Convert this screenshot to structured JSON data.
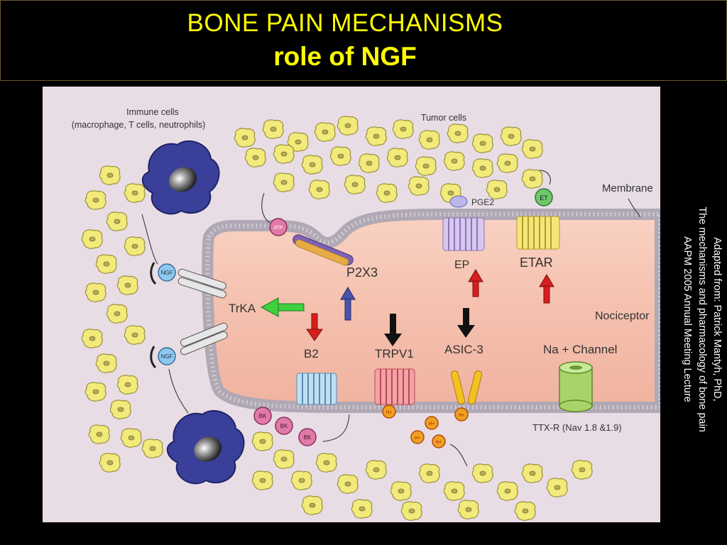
{
  "title": "BONE PAIN MECHANISMS",
  "subtitle": "role of NGF",
  "credit": {
    "line1": "Adapted from: Patrick Mantyh, PhD,",
    "line2": "The mechanisms and pharmacology of bone pain",
    "line3": "AAPM 2005 Annual Meeting Lecture"
  },
  "labels": {
    "immune_cells": "Immune cells",
    "immune_types": "(macrophage, T cells, neutrophils)",
    "tumor_cells": "Tumor cells",
    "membrane": "Membrane",
    "pge2": "PGE2",
    "et": "ET",
    "trka": "TrKA",
    "b2": "B2",
    "p2x3": "P2X3",
    "ep": "EP",
    "etar": "ETAR",
    "trpv1": "TRPV1",
    "asic3": "ASIC-3",
    "nociceptor": "Nociceptor",
    "na_channel": "Na + Channel",
    "ttxr": "TTX-R (Nav 1.8 &1.9)",
    "ngf": "NGF",
    "bk": "BK",
    "atp": "ATP",
    "h_plus": "H+"
  },
  "colors": {
    "title": "#ffff00",
    "panel": "#e8dde5",
    "nociceptor_fill": "#f6c6b6",
    "cell_fill": "#f2ea7a",
    "arrow_red": "#d81e1e",
    "arrow_green": "#3fd13f",
    "arrow_blue": "#4a55a8"
  }
}
